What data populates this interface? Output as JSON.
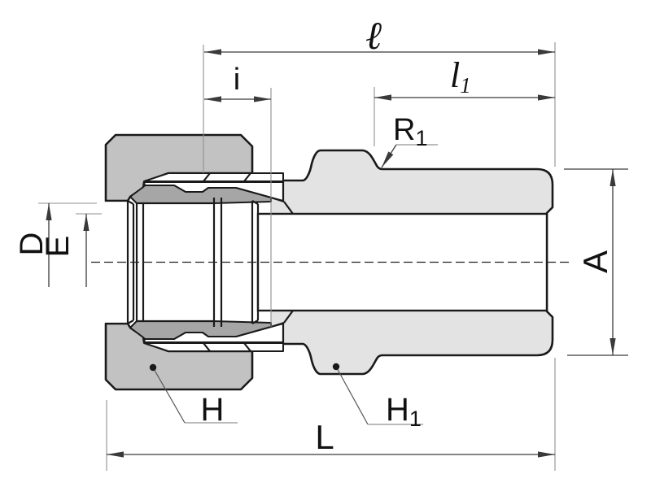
{
  "diagram": {
    "labels": {
      "overall_to_shoulder": "ℓ",
      "insertion_depth": "i",
      "thread_length_main": "l",
      "thread_length_sub": "1",
      "thread_radius_main": "R",
      "thread_radius_sub": "1",
      "nut_hole_diameter": "D",
      "bore_diameter": "E",
      "thread_outer_diameter": "A",
      "nut_hex": "H",
      "body_hex_main": "H",
      "body_hex_sub": "1",
      "overall_length": "L"
    },
    "colors": {
      "background": "#ffffff",
      "body": "#e3e3e3",
      "nut": "#c2c2c2",
      "ferrule": "#a6a6a6",
      "outline": "#1a1a1a",
      "dim": "#3a3a3a",
      "extension": "#8f8f8f"
    }
  }
}
